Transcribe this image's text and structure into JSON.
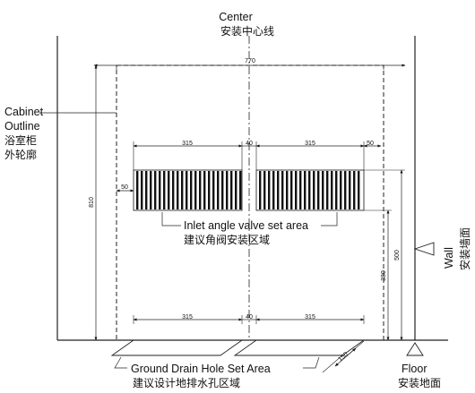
{
  "labels": {
    "center_en": "Center",
    "center_cn": "安装中心线",
    "cabinet_en_1": "Cabinet",
    "cabinet_en_2": "Outline",
    "cabinet_cn_1": "浴室柜",
    "cabinet_cn_2": "外轮廓",
    "inlet_en": "Inlet angle valve set area",
    "inlet_cn": "建议角阀安装区域",
    "drain_en": "Ground Drain Hole Set Area",
    "drain_cn": "建议设计地排水孔区域",
    "wall_en": "Wall",
    "wall_cn": "安装墙面",
    "floor_en": "Floor",
    "floor_cn": "安装地面"
  },
  "dimensions": {
    "total_width": "770",
    "top_left_span": "315",
    "top_gap": "40",
    "top_right_span": "315",
    "top_right_offset": "50",
    "left_offset": "50",
    "total_height": "810",
    "valve_height": "500",
    "drain_height": "380",
    "bottom_left_span": "315",
    "bottom_gap": "40",
    "bottom_right_span": "315",
    "floor_depth": "150"
  }
}
